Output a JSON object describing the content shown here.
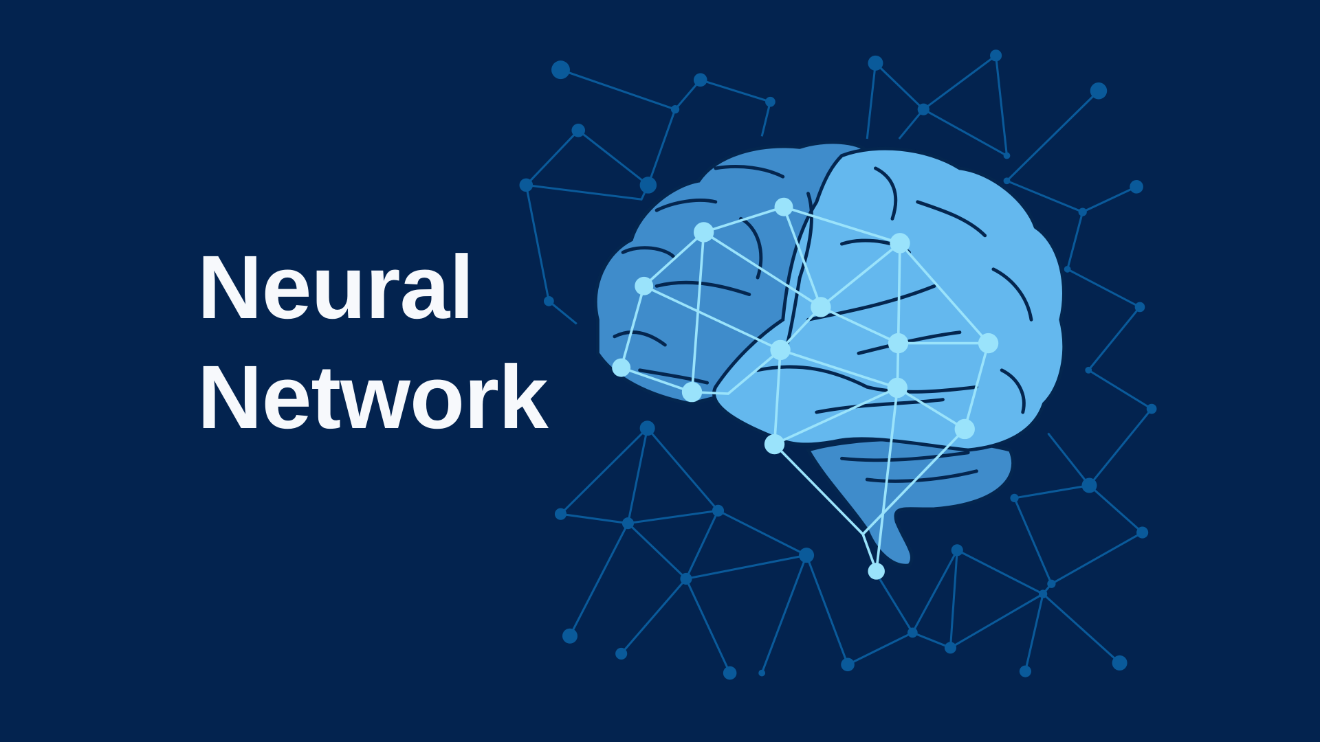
{
  "title": {
    "line1": "Neural",
    "line2": "Network"
  },
  "colors": {
    "background": "#03234f",
    "title_text": "#f7f9fc",
    "bg_network": "#0a5a9a",
    "brain_dark_lobe": "#3f8ccb",
    "brain_light_lobe": "#64b8ee",
    "brain_sulci": "#04264f",
    "brain_network": "#9ae3fb"
  },
  "icons": {
    "brain": "brain-illustration",
    "network": "neural-network-graph"
  }
}
